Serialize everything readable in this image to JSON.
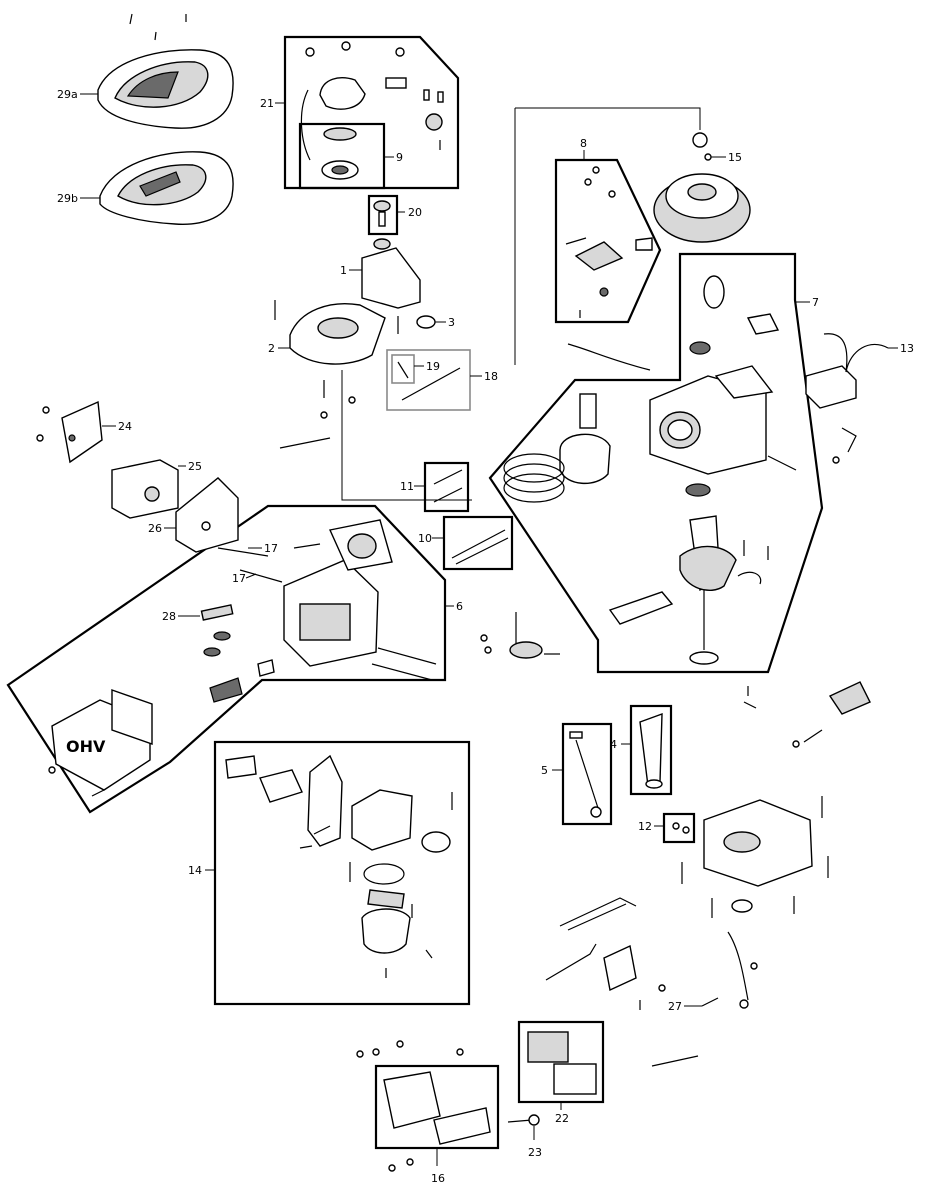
{
  "callouts": {
    "c1": "1",
    "c2": "2",
    "c3": "3",
    "c4": "4",
    "c5": "5",
    "c6": "6",
    "c7": "7",
    "c8": "8",
    "c9": "9",
    "c10": "10",
    "c11": "11",
    "c12": "12",
    "c13": "13",
    "c14": "14",
    "c15": "15",
    "c16": "16",
    "c17a": "17",
    "c17b": "17",
    "c18": "18",
    "c19": "19",
    "c20": "20",
    "c21": "21",
    "c22": "22",
    "c23": "23",
    "c24": "24",
    "c25": "25",
    "c26": "26",
    "c27": "27",
    "c28": "28",
    "c29a": "29a",
    "c29b": "29b"
  },
  "stamped_text": {
    "valve_cover_logo": "OHV"
  },
  "colors": {
    "line": "#000000",
    "background": "#ffffff",
    "gray_frame": "#8a8a8a"
  }
}
